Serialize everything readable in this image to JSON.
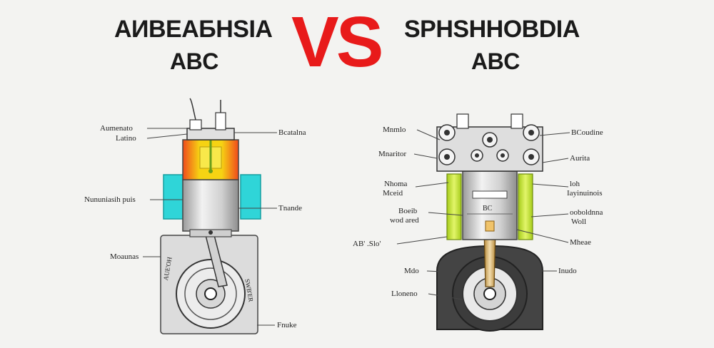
{
  "header": {
    "left_title": "AИBEAБHSIA",
    "left_sub": "ABC",
    "vs": "VS",
    "right_title": "SPHSHHOBDIA",
    "right_sub": "ABC"
  },
  "left_engine": {
    "labels": {
      "top_left_1": "Aumenato",
      "top_left_2": "Latino",
      "top_right": "Bcatalna",
      "mid_left": "Nununiasih puis",
      "mid_right": "Tnande",
      "low_left": "Moaunas",
      "bottom_right": "Fnuke",
      "side_left": "AUE'OH",
      "side_right": "SWB'ER"
    }
  },
  "right_engine": {
    "labels": {
      "l1": "Mnmlo",
      "l2": "Mnaritor",
      "l3a": "Nhoma",
      "l3b": "Mceid",
      "l4a": "Boeib",
      "l4b": "wod ared",
      "l5": "AB' .Slo'",
      "l6": "Mdo",
      "l7": "Lloneno",
      "r1": "BCoudine",
      "r2": "Aurita",
      "r3a": "loh",
      "r3b": "Iayinuinois",
      "r4a": "ooboldnna",
      "r4b": "Woll",
      "r5": "Mheae",
      "r6": "Inudo",
      "shaft_text": "BC"
    }
  },
  "colors": {
    "vs_red": "#e81a1a",
    "left_chamber_red": "#f04a1c",
    "left_chamber_yellow": "#f6d313",
    "cyan_block": "#2fd5d8",
    "right_green": "#c6e832",
    "flywheel_dark": "#3c3c3c"
  }
}
